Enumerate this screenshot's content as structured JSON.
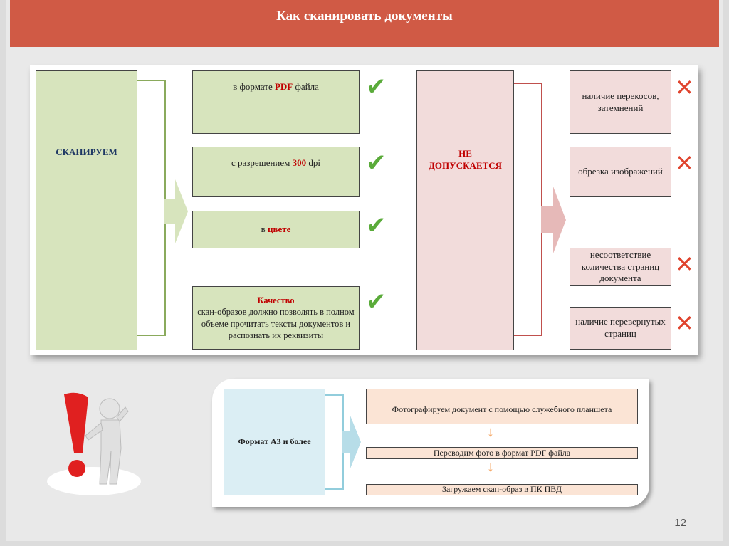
{
  "header": {
    "title": "Как сканировать  документы"
  },
  "scan": {
    "label": "СКАНИРУЕМ",
    "items": [
      {
        "pre": "в формате ",
        "hl": "PDF",
        "post": " файла"
      },
      {
        "pre": "с разрешением ",
        "hl": "300",
        "post": " dpi"
      },
      {
        "pre": "в ",
        "hl": "цвете",
        "post": ""
      },
      {
        "hl": "Качество",
        "post": "скан-образов должно позволять в полном объеме прочитать тексты документов и распознать их реквизиты"
      }
    ],
    "mark": "✔"
  },
  "forbidden": {
    "label_1": "НЕ",
    "label_2": "ДОПУСКАЕТСЯ",
    "items": [
      "наличие перекосов, затемнений",
      "обрезка изображений",
      "несоответствие количества страниц документа",
      "наличие перевернутых страниц"
    ],
    "mark": "✕"
  },
  "a3": {
    "label": "Формат  А3 и более",
    "steps": [
      "Фотографируем  документ с помощью служебного планшета",
      "Переводим  фото в формат PDF файла",
      "Загружаем скан-образ в ПК ПВД"
    ],
    "arrow": "↓"
  },
  "colors": {
    "header": "#d05a45",
    "green": "#d7e4bd",
    "pink": "#f2dcdb",
    "blue": "#dbeef4",
    "orange": "#fbe4d5"
  },
  "page_number": "12"
}
